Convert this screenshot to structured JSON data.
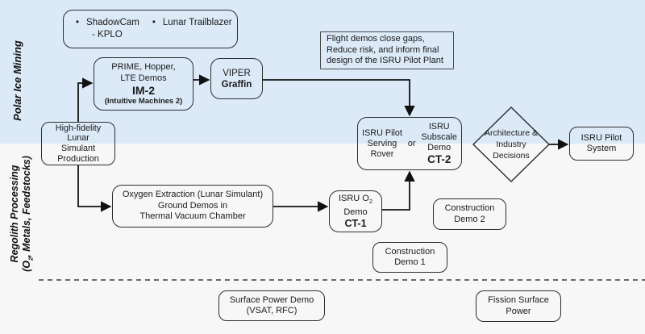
{
  "colors": {
    "polar_band_bg": "#dce9f7",
    "regolith_band_bg": "#f7f7f8",
    "box_border": "#2e2e2e",
    "note_border": "#4a4a4a",
    "text": "#1b1b1b",
    "connector": "#111111"
  },
  "lanes": {
    "polar": {
      "label": "Polar Ice Mining"
    },
    "regolith": {
      "label_line1": "Regolith Processing",
      "label_line2_pre": "(O",
      "label_line2_sub": "2",
      "label_line2_post": ", Metals, Feedstocks)"
    }
  },
  "nodes": {
    "shadowcam": {
      "bullet1": "•",
      "item1": "ShadowCam",
      "bullet2": "•",
      "item2": "Lunar Trailblazer",
      "item1_cont": "- KPLO"
    },
    "prime": {
      "line1": "PRIME, Hopper,",
      "line2": "LTE Demos",
      "line3": "IM-2",
      "line4": "(Intuitive Machines 2)"
    },
    "viper": {
      "line1": "VIPER",
      "line2": "Graffin"
    },
    "flight_note": {
      "line1": "Flight demos close gaps,",
      "line2": "Reduce risk, and inform final",
      "line3": "design of the ISRU Pilot Plant"
    },
    "high_fidelity": {
      "line1": "High-fidelity",
      "line2": "Lunar",
      "line3": "Simulant",
      "line4": "Production"
    },
    "ct2": {
      "left_line1": "ISRU Pilot",
      "left_line2": "Serving",
      "left_line3": "Rover",
      "or_label": "or",
      "right_line1": "ISRU",
      "right_line2": "Subscale",
      "right_line3": "Demo",
      "right_line4": "CT-2"
    },
    "decision": {
      "line1": "Architecture &",
      "line2": "Industry",
      "line3": "Decisions"
    },
    "pilot_system": {
      "line1": "ISRU Pilot",
      "line2": "System"
    },
    "oxygen": {
      "line1": "Oxygen Extraction (Lunar Simulant)",
      "line2": "Ground Demos in",
      "line3": "Thermal Vacuum Chamber"
    },
    "ct1": {
      "line1_pre": "ISRU O",
      "line1_sub": "2",
      "line2": "Demo",
      "line3": "CT-1"
    },
    "construction2": {
      "line1": "Construction",
      "line2": "Demo 2"
    },
    "construction1": {
      "line1": "Construction",
      "line2": "Demo 1"
    },
    "surface_power": {
      "line1": "Surface Power Demo",
      "line2": "(VSAT, RFC)"
    },
    "fission": {
      "line1": "Fission Surface",
      "line2": "Power"
    }
  },
  "edges": [
    {
      "from": "high-fidelity-simulant-box",
      "to": "prime-im2-box"
    },
    {
      "from": "prime-im2-box",
      "to": "viper-box"
    },
    {
      "from": "viper-box",
      "to": "ct2-box"
    },
    {
      "from": "high-fidelity-simulant-box",
      "to": "oxygen-extraction-box"
    },
    {
      "from": "oxygen-extraction-box",
      "to": "ct1-box"
    },
    {
      "from": "ct1-box",
      "to": "ct2-box"
    },
    {
      "from": "architecture-decision-diamond",
      "to": "isru-pilot-system-box"
    }
  ]
}
